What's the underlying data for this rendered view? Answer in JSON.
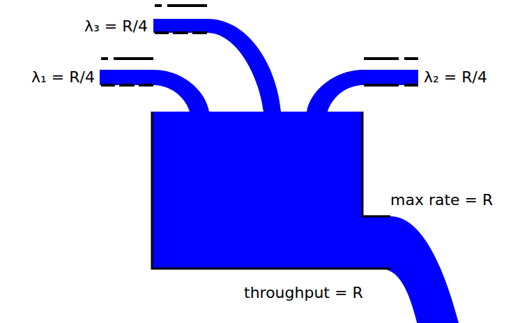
{
  "diagram": {
    "labels": [
      "λ₃ = R/4",
      "λ₁ = R/4",
      "λ₂ = R/4",
      "max rate = R",
      "throughput = R"
    ]
  }
}
